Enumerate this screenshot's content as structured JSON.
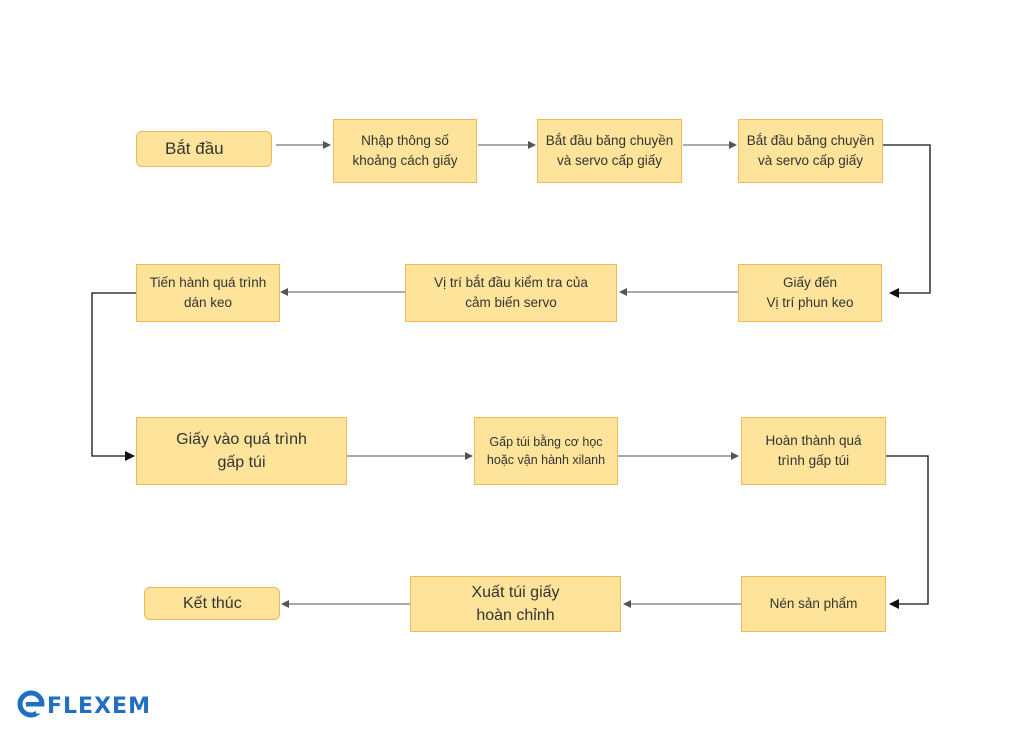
{
  "flowchart": {
    "nodes": {
      "start": "Bắt đầu",
      "input_spacing": "Nhập thông số\nkhoảng cách giấy",
      "start_conveyor_1": "Bắt đầu băng chuyền\nvà servo cấp giấy",
      "start_conveyor_2": "Bắt đầu băng chuyền\nvà servo cấp giấy",
      "paper_to_glue": "Giấy đến\nVị trí phun keo",
      "sensor_check": "Vị trí bắt đầu kiểm tra của\ncảm biến servo",
      "glue_process": "Tiến hành quá trình\ndán keo",
      "paper_to_folding": "Giấy vào quá trình\ngấp túi",
      "fold_method": "Gấp túi bằng cơ học\nhoặc vận hành xilanh",
      "fold_complete": "Hoàn thành quá\ntrình gấp túi",
      "press_product": "Nén sản phẩm",
      "output_bag": "Xuất túi giấy\nhoàn chỉnh",
      "end": "Kết thúc"
    },
    "edges": [
      [
        "start",
        "input_spacing"
      ],
      [
        "input_spacing",
        "start_conveyor_1"
      ],
      [
        "start_conveyor_1",
        "start_conveyor_2"
      ],
      [
        "start_conveyor_2",
        "paper_to_glue"
      ],
      [
        "paper_to_glue",
        "sensor_check"
      ],
      [
        "sensor_check",
        "glue_process"
      ],
      [
        "glue_process",
        "paper_to_folding"
      ],
      [
        "paper_to_folding",
        "fold_method"
      ],
      [
        "fold_method",
        "fold_complete"
      ],
      [
        "fold_complete",
        "press_product"
      ],
      [
        "press_product",
        "output_bag"
      ],
      [
        "output_bag",
        "end"
      ]
    ]
  },
  "logo": {
    "text": "FLEXEM",
    "icon": "flexem-e-icon",
    "color": "#1f6fc4"
  },
  "colors": {
    "box_fill": "#fde49a",
    "box_border": "#f0b95a",
    "text": "#333333"
  }
}
